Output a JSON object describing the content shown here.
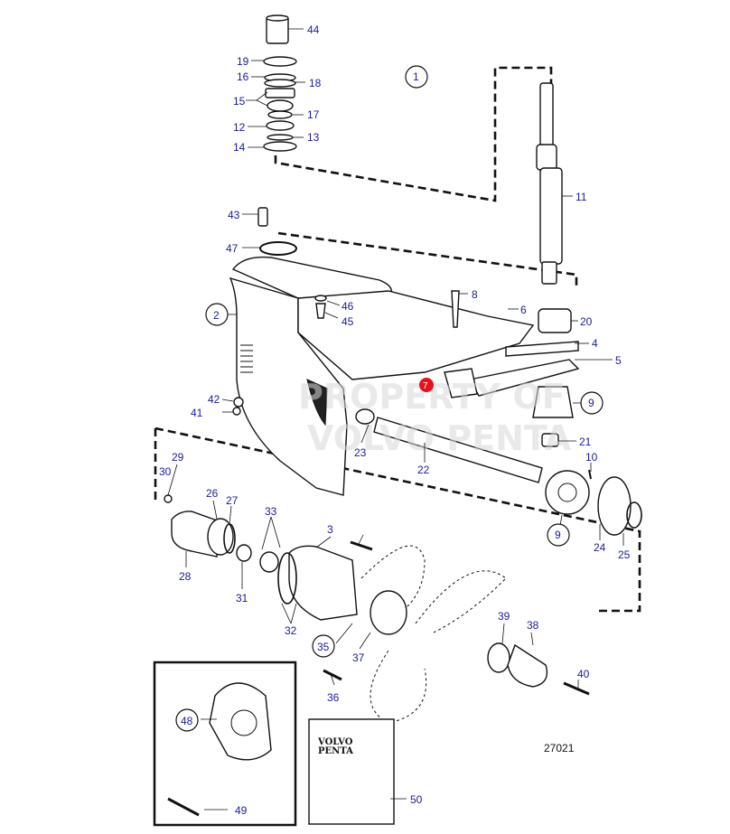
{
  "callouts": {
    "p1": "1",
    "p2": "2",
    "p3": "3",
    "p4": "4",
    "p5": "5",
    "p6": "6",
    "p7": "7",
    "p8": "8",
    "p9a": "9",
    "p9b": "9",
    "p10": "10",
    "p11": "11",
    "p12": "12",
    "p13": "13",
    "p14": "14",
    "p15": "15",
    "p16": "16",
    "p17": "17",
    "p18": "18",
    "p19": "19",
    "p20": "20",
    "p21": "21",
    "p22": "22",
    "p23": "23",
    "p24": "24",
    "p25": "25",
    "p26": "26",
    "p27": "27",
    "p28": "28",
    "p29": "29",
    "p30": "30",
    "p31": "31",
    "p32": "32",
    "p33": "33",
    "p35": "35",
    "p36": "36",
    "p37": "37",
    "p38": "38",
    "p39": "39",
    "p40": "40",
    "p41": "41",
    "p42": "42",
    "p43": "43",
    "p44": "44",
    "p45": "45",
    "p46": "46",
    "p47": "47",
    "p48": "48",
    "p49": "49",
    "p50": "50"
  },
  "watermark": {
    "line1": "PROPERTY OF",
    "line2": "VOLVO PENTA"
  },
  "manual_logo": {
    "line1": "VOLVO",
    "line2": "PENTA"
  },
  "drawing_number": "27021",
  "colors": {
    "callout_text": "#1a1a9c",
    "line": "#111111",
    "highlight": "#e8101a"
  }
}
